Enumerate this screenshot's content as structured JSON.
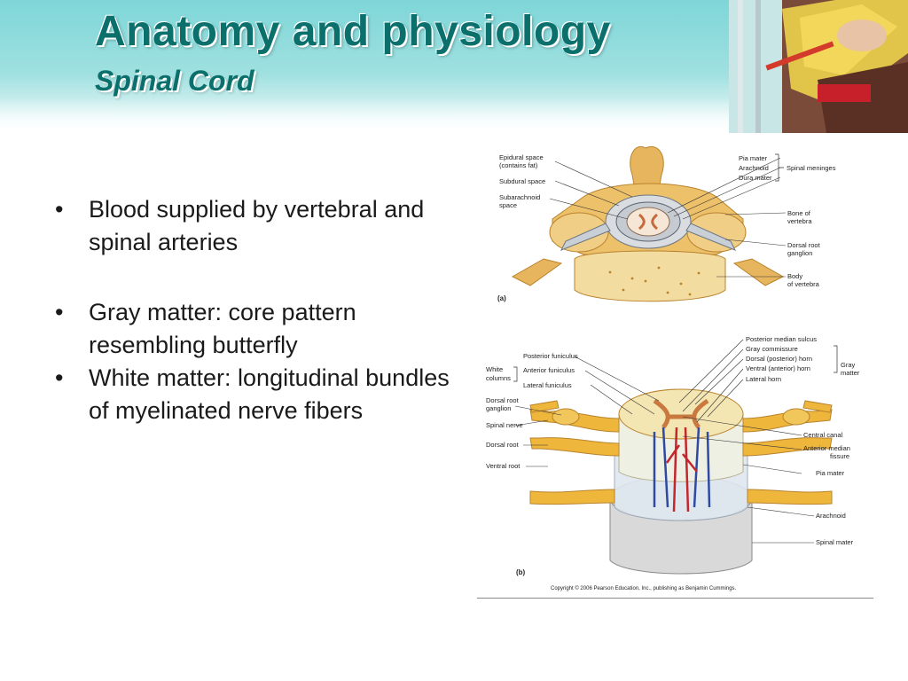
{
  "slide": {
    "title": "Anatomy and physiology",
    "subtitle": "Spinal Cord"
  },
  "bullets": [
    "Blood supplied by vertebral and spinal arteries",
    "Gray matter: core pattern resembling butterfly",
    "White matter: longitudinal bundles of myelinated nerve fibers"
  ],
  "figure_a": {
    "panel_label": "(a)",
    "labels_left": [
      "Epidural space",
      "(contains fat)",
      "Subdural space",
      "Subarachnoid",
      "space"
    ],
    "labels_right": [
      "Pia mater",
      "Arachnoid",
      "Dura mater",
      "Spinal meninges",
      "Bone of",
      "vertebra",
      "Dorsal root",
      "ganglion",
      "Body",
      "of vertebra"
    ]
  },
  "figure_b": {
    "panel_label": "(b)",
    "labels_left": [
      "Posterior funiculus",
      "White",
      "columns",
      "Anterior funiculus",
      "Lateral funiculus",
      "Dorsal root",
      "ganglion",
      "Spinal nerve",
      "Dorsal root",
      "Ventral root"
    ],
    "labels_right": [
      "Posterior median sulcus",
      "Gray commissure",
      "Dorsal (posterior) horn",
      "Ventral (anterior) horn",
      "Lateral horn",
      "Gray",
      "matter",
      "Central canal",
      "Anterior median",
      "fissure",
      "Pia mater",
      "Arachnoid",
      "Spinal mater"
    ]
  },
  "copyright": "Copyright © 2006 Pearson Education, Inc., publishing as Benjamin Cummings.",
  "icons": {
    "photo": "ambulance-stretcher-photo"
  },
  "colors": {
    "title": "#0b6f6c",
    "header_bg": "#7ed6d8"
  }
}
